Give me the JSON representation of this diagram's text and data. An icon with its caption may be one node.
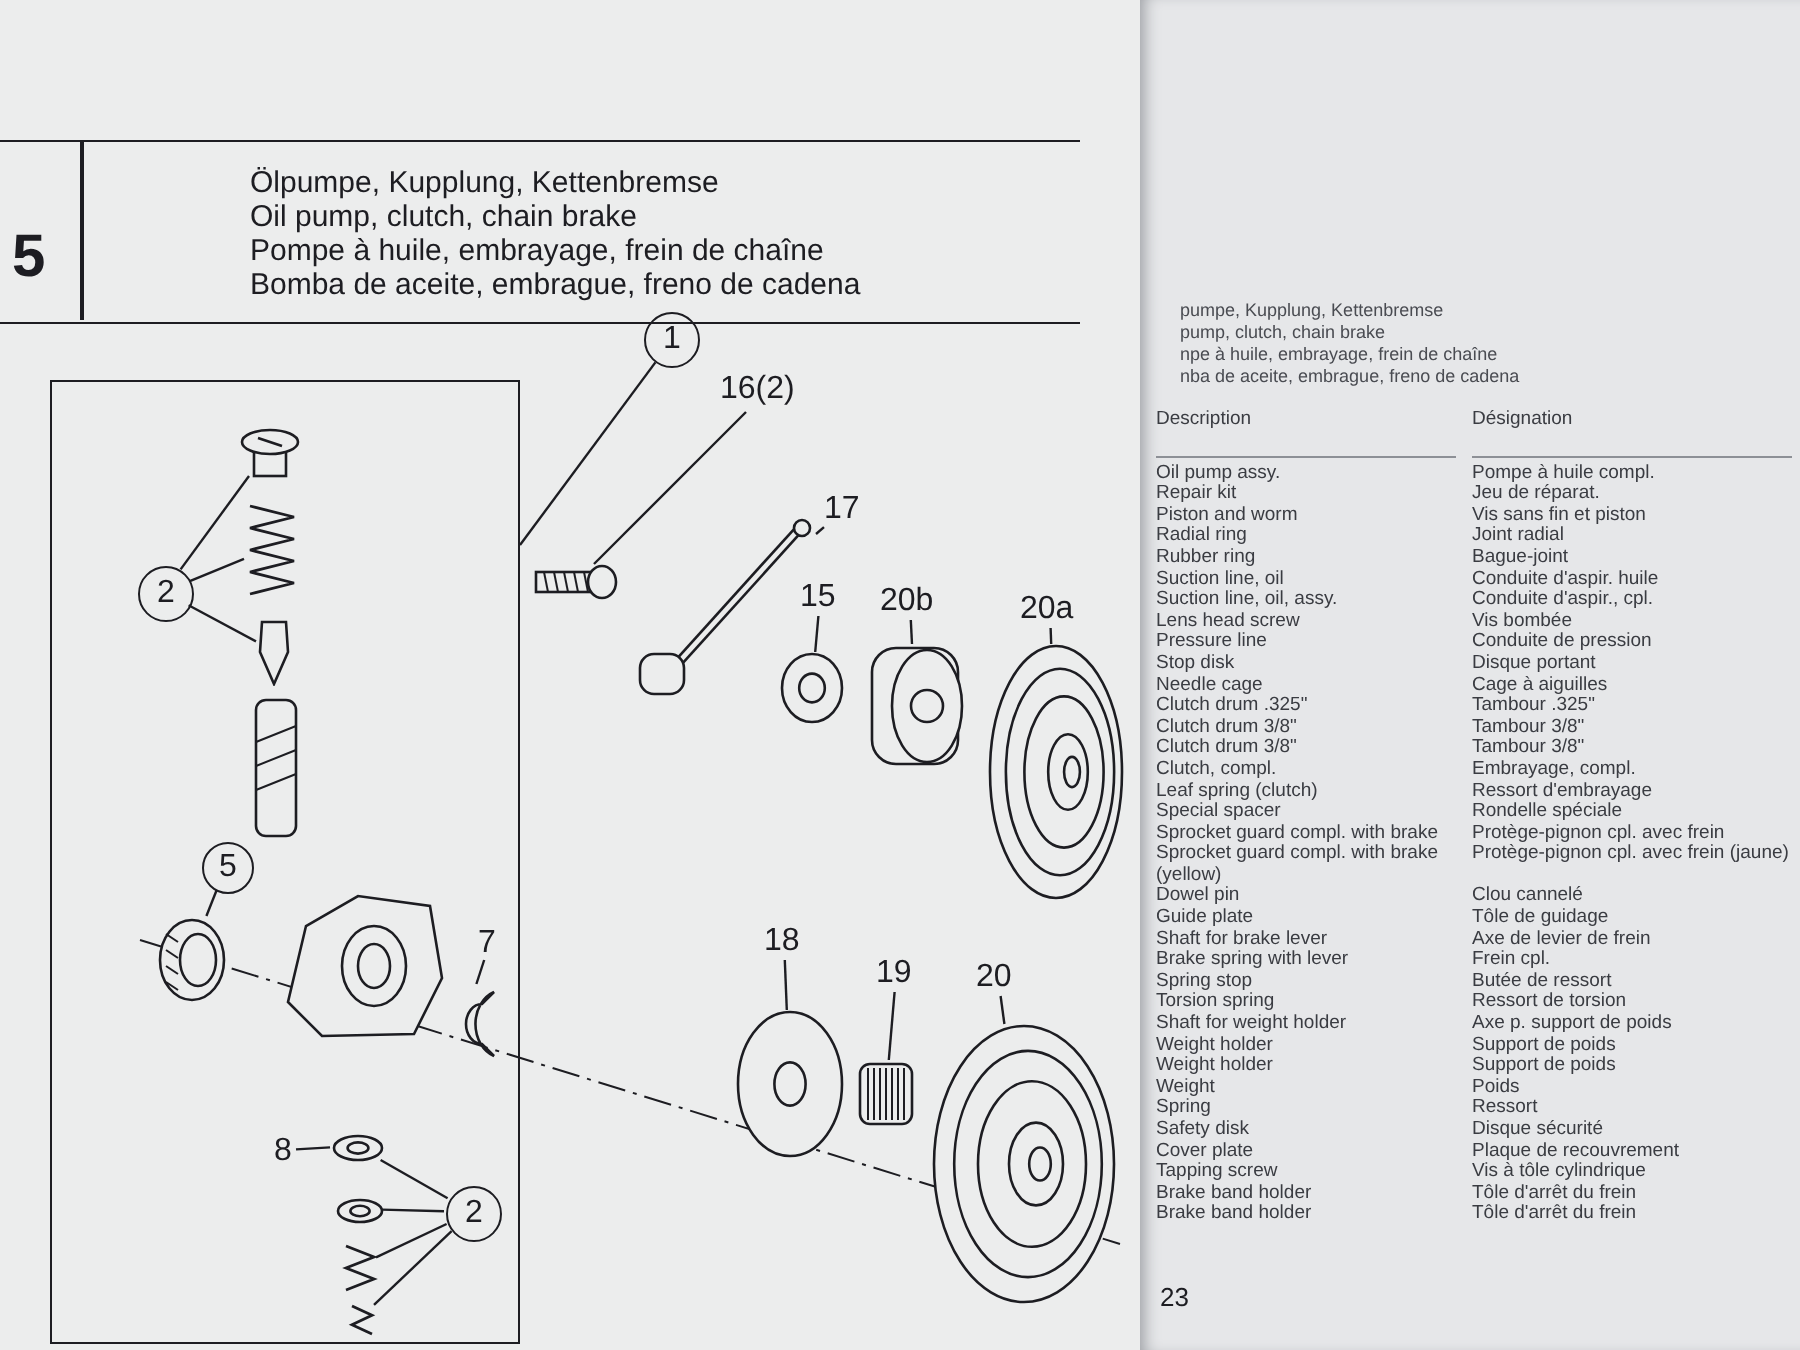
{
  "diagram": {
    "nodes": [
      {
        "text": [
          "1"
        ]
      },
      {
        "text": [],
        "shape": "box"
      },
      {
        "text": [
          "2"
        ],
        "in": 1
      },
      {
        "text": [],
        "shape": "picture",
        "in": 1
      },
      {
        "text": [],
        "shape": "picture",
        "in": 1
      },
      {
        "text": [],
        "shape": "picture",
        "in": 1
      },
      {
        "text": [
          "5"
        ],
        "in": 1
      },
      {
        "text": [],
        "shape": "picture",
        "in": 1
      },
      {
        "text": [
          "7"
        ],
        "in": 1
      },
      {
        "text": [],
        "shape": "picture",
        "in": 1
      },
      {
        "text": [
          "8"
        ],
        "in": 1
      },
      {
        "text": [],
        "shape": "picture",
        "in": 1
      },
      {
        "text": [
          "2"
        ],
        "in": 1
      },
      {
        "text": [],
        "shape": "picture",
        "in": 1
      },
      {
        "text": [],
        "shape": "picture",
        "in": 1
      },
      {
        "text": [],
        "shape": "picture",
        "in": 1
      },
      {
        "text": [
          "16(2)"
        ]
      },
      {
        "text": [],
        "shape": "picture"
      },
      {
        "text": [
          "17"
        ]
      },
      {
        "text": [],
        "shape": "picture"
      },
      {
        "text": [
          "15"
        ]
      },
      {
        "text": [],
        "shape": "picture"
      },
      {
        "text": [
          "20b"
        ]
      },
      {
        "text": [],
        "shape": "picture"
      },
      {
        "text": [
          "20a"
        ]
      },
      {
        "text": [],
        "shape": "picture"
      },
      {
        "text": [
          "18"
        ]
      },
      {
        "text": [],
        "shape": "picture"
      },
      {
        "text": [
          "19"
        ]
      },
      {
        "text": [],
        "shape": "picture"
      },
      {
        "text": [
          "20"
        ]
      },
      {
        "text": [],
        "shape": "picture"
      },
      {
        "text": [],
        "shape": "picture",
        "in": 1
      },
      {
        "text": [],
        "shape": "picture",
        "in": 1
      }
    ],
    "edges": [
      {
        "from": 0,
        "to": 1,
        "arrow": "none"
      },
      {
        "from": 2,
        "to": 3,
        "arrow": "none"
      },
      {
        "from": 2,
        "to": 4,
        "arrow": "none"
      },
      {
        "from": 2,
        "to": 5,
        "arrow": "none"
      },
      {
        "from": 6,
        "to": 7,
        "arrow": "none"
      },
      {
        "from": 8,
        "to": 9,
        "arrow": "none"
      },
      {
        "from": 10,
        "to": 11,
        "arrow": "none"
      },
      {
        "from": 12,
        "to": 11,
        "arrow": "none"
      },
      {
        "from": 12,
        "to": 13,
        "arrow": "none"
      },
      {
        "from": 12,
        "to": 14,
        "arrow": "none"
      },
      {
        "from": 12,
        "to": 15,
        "arrow": "none"
      },
      {
        "from": 16,
        "to": 17,
        "arrow": "none"
      },
      {
        "from": 18,
        "to": 19,
        "arrow": "none"
      },
      {
        "from": 20,
        "to": 21,
        "arrow": "none"
      },
      {
        "from": 22,
        "to": 23,
        "arrow": "none"
      },
      {
        "from": 24,
        "to": 25,
        "arrow": "none"
      },
      {
        "from": 26,
        "to": 27,
        "arrow": "none"
      },
      {
        "from": 28,
        "to": 29,
        "arrow": "none"
      },
      {
        "from": 30,
        "to": 31,
        "arrow": "none"
      }
    ],
    "labels": [
      "5",
      "Ölpumpe, Kupplung, Kettenbremse",
      "Oil pump, clutch, chain brake",
      "Pompe à huile, embrayage, frein de chaîne",
      "Bomba de aceite, embrague, freno de cadena",
      "pumpe, Kupplung, Kettenbremse",
      "pump, clutch, chain brake",
      "npe à huile, embrayage, frein de chaîne",
      "nba de aceite, embrague, freno de cadena",
      "Description",
      "Désignation",
      "Oil pump assy.",
      "Pompe à huile compl.",
      "Repair kit",
      "Jeu de réparat.",
      "Piston and worm",
      "Vis sans fin et piston",
      "Radial ring",
      "Joint radial",
      "Rubber ring",
      "Bague-joint",
      "Suction line, oil",
      "Conduite d'aspir. huile",
      "Suction line, oil, assy.",
      "Conduite d'aspir., cpl.",
      "Lens head screw",
      "Vis bombée",
      "Pressure line",
      "Conduite de pression",
      "Stop disk",
      "Disque portant",
      "Needle cage",
      "Cage à aiguilles",
      "Clutch drum .325\"",
      "Tambour .325\"",
      "Clutch drum 3/8\"",
      "Tambour 3/8\"",
      "Clutch drum 3/8\"",
      "Tambour 3/8\"",
      "Clutch, compl.",
      "Embrayage, compl.",
      "Leaf spring (clutch)",
      "Ressort d'embrayage",
      "Special spacer",
      "Rondelle spéciale",
      "Sprocket guard compl. with brake",
      "Protège-pignon cpl. avec frein",
      "Sprocket guard compl. with brake (yellow)",
      "Protège-pignon cpl. avec frein (jaune)",
      "Dowel pin",
      "Clou cannelé",
      "Guide plate",
      "Tôle de guidage",
      "Shaft for brake lever",
      "Axe de levier de frein",
      "Brake spring with lever",
      "Frein cpl.",
      "Spring stop",
      "Butée de ressort",
      "Torsion spring",
      "Ressort de torsion",
      "Shaft for weight holder",
      "Axe p. support de poids",
      "Weight holder",
      "Support de poids",
      "Weight holder",
      "Support de poids",
      "Weight",
      "Poids",
      "Spring",
      "Ressort",
      "Safety disk",
      "Disque sécurité",
      "Cover plate",
      "Plaque de recouvrement",
      "Tapping screw",
      "Vis à tôle cylindrique",
      "Brake band holder",
      "Tôle d'arrêt du frein",
      "Brake band holder",
      "Tôle d'arrêt du frein",
      "23"
    ]
  }
}
